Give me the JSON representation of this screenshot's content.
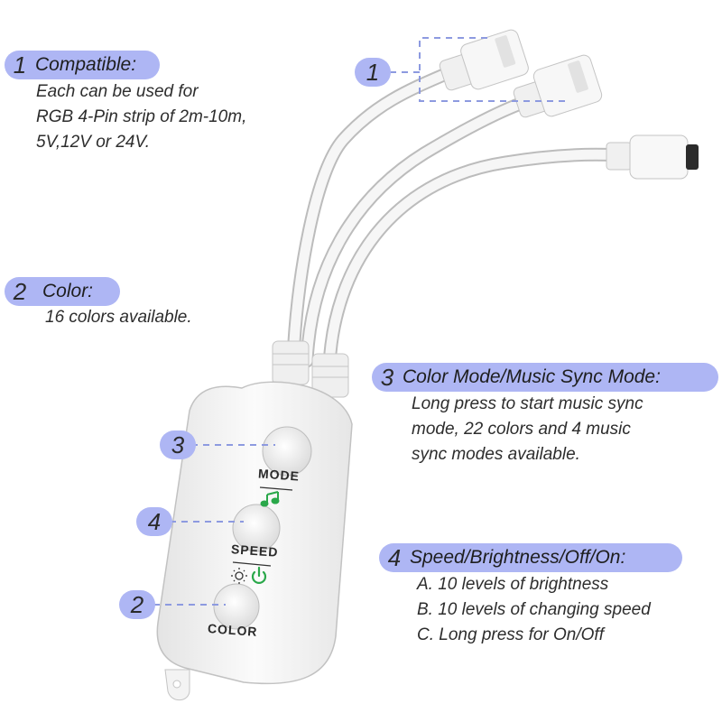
{
  "accent": "#aeb6f4",
  "features": [
    {
      "number": "1",
      "title": "Compatible:",
      "lines": [
        "Each can be used for",
        "RGB 4-Pin strip of 2m-10m,",
        "5V,12V or 24V."
      ]
    },
    {
      "number": "2",
      "title": "Color:",
      "lines": [
        "16 colors available."
      ]
    },
    {
      "number": "3",
      "title": "Color Mode/Music Sync Mode:",
      "lines": [
        "Long press to start music sync",
        "mode, 22 colors and 4 music",
        "sync modes available."
      ]
    },
    {
      "number": "4",
      "title": "Speed/Brightness/Off/On:",
      "lines": [
        "A. 10 levels of brightness",
        "B. 10 levels of changing speed",
        "C.  Long press for On/Off"
      ]
    }
  ],
  "callouts": {
    "connector": "1",
    "mode": "3",
    "speed": "4",
    "color": "2"
  },
  "buttons": {
    "mode": "MODE",
    "speed": "SPEED",
    "color": "COLOR"
  },
  "icons": {
    "music": "music-note-icon",
    "brightness": "sun-icon",
    "power": "power-icon"
  }
}
